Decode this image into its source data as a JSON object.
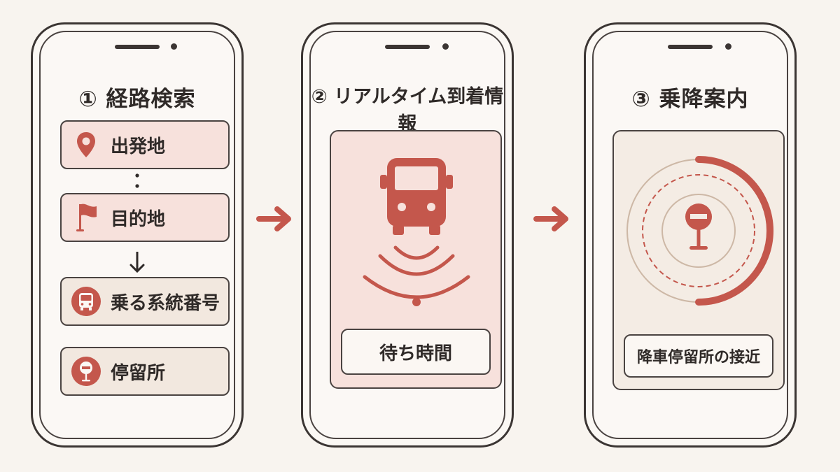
{
  "steps": [
    {
      "title": "① 経路検索",
      "items": [
        {
          "label": "出発地",
          "icon": "map-pin-icon"
        },
        {
          "label": "目的地",
          "icon": "flag-icon"
        },
        {
          "label": "乗る系統番号",
          "icon": "bus-icon"
        },
        {
          "label": "停留所",
          "icon": "bus-stop-icon"
        }
      ]
    },
    {
      "title": "② リアルタイム到着情報",
      "button_label": "待ち時間",
      "icon": "bus-signal-icon"
    },
    {
      "title": "③ 乗降案内",
      "button_label": "降車停留所の接近",
      "icon": "bus-stop-radar-icon"
    }
  ],
  "colors": {
    "accent": "#c4574c",
    "pink_bg": "#f7e1dc",
    "beige_bg": "#f2e8df",
    "outline": "#3b3533",
    "page_bg": "#f8f4ef"
  }
}
